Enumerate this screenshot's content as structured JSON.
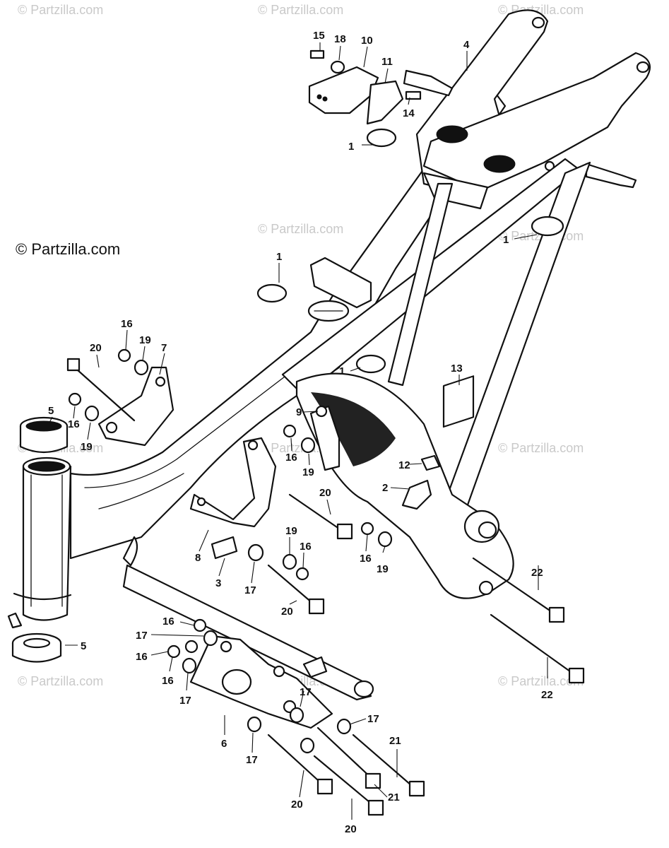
{
  "copyright": "© Partzilla.com",
  "watermark": "© Partzilla.com",
  "callouts": [
    "1",
    "2",
    "3",
    "4",
    "5",
    "6",
    "7",
    "8",
    "9",
    "10",
    "11",
    "12",
    "13",
    "14",
    "15",
    "16",
    "17",
    "18",
    "19",
    "20",
    "21",
    "22"
  ]
}
